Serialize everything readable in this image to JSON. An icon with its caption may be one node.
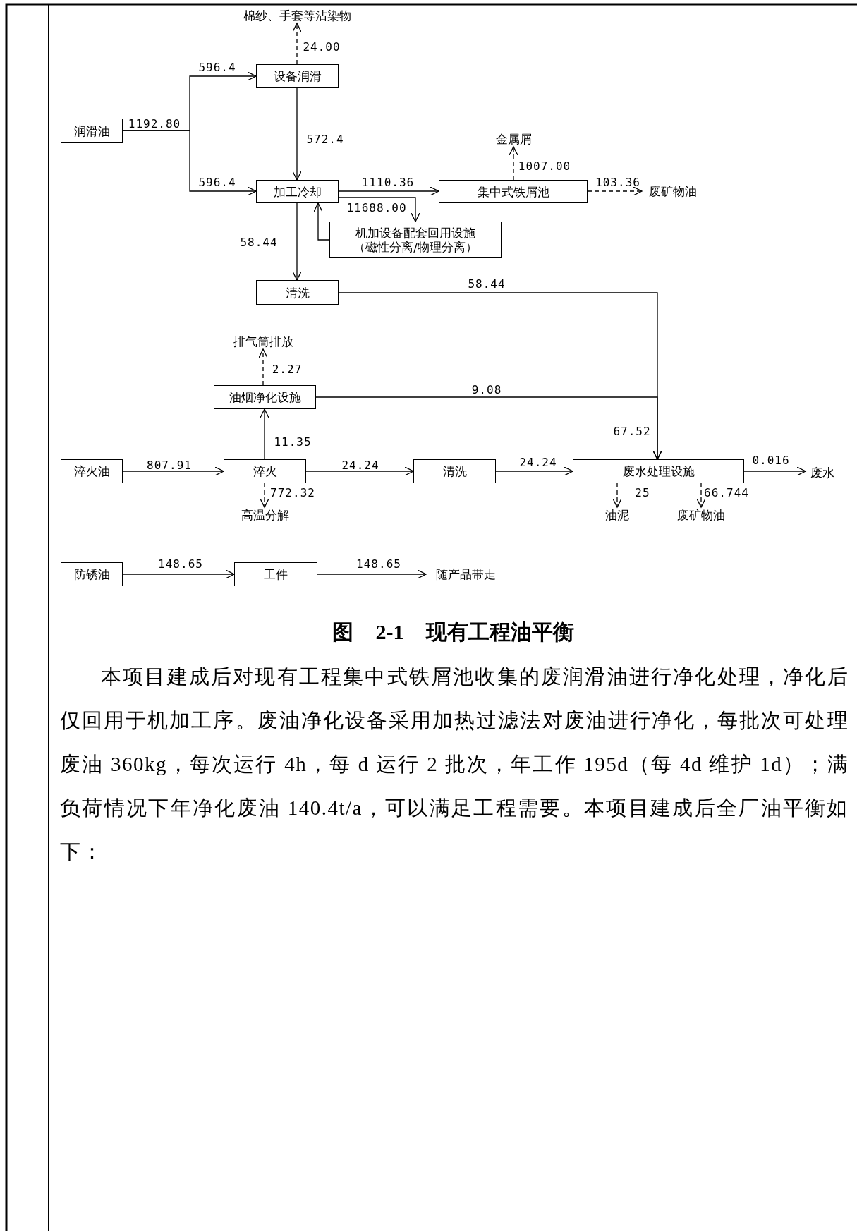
{
  "diagram": {
    "caption": "图 2-1 现有工程油平衡",
    "nodes": [
      {
        "text": [
          "润滑油"
        ]
      },
      {
        "text": [
          "设备润滑"
        ]
      },
      {
        "text": [
          "棉纱、手套等沾染物"
        ]
      },
      {
        "text": [
          "加工冷却"
        ]
      },
      {
        "text": [
          "金属屑"
        ]
      },
      {
        "text": [
          "集中式铁屑池"
        ]
      },
      {
        "text": [
          "废矿物油"
        ]
      },
      {
        "text": [
          "机加设备配套回用设施",
          "（磁性分离/物理分离）"
        ]
      },
      {
        "text": [
          "清洗"
        ]
      },
      {
        "text": [
          "排气筒排放"
        ]
      },
      {
        "text": [
          "油烟净化设施"
        ]
      },
      {
        "text": [
          "淬火油"
        ]
      },
      {
        "text": [
          "淬火"
        ]
      },
      {
        "text": [
          "高温分解"
        ]
      },
      {
        "text": [
          "清洗"
        ]
      },
      {
        "text": [
          "废水处理设施"
        ]
      },
      {
        "text": [
          "废水"
        ]
      },
      {
        "text": [
          "油泥"
        ]
      },
      {
        "text": [
          "废矿物油"
        ]
      },
      {
        "text": [
          "防锈油"
        ]
      },
      {
        "text": [
          "工件"
        ]
      },
      {
        "text": [
          "随产品带走"
        ]
      }
    ],
    "edges": [
      {
        "from": 0,
        "to": 1,
        "arrow": "to",
        "label": "596.4"
      },
      {
        "from": 0,
        "to": 3,
        "arrow": "to",
        "label": "596.4"
      },
      {
        "from": 1,
        "to": 2,
        "arrow": "to",
        "label": "24.00",
        "style": "dashed"
      },
      {
        "from": 1,
        "to": 3,
        "arrow": "to",
        "label": "572.4"
      },
      {
        "from": 3,
        "to": 5,
        "arrow": "to",
        "label": "1110.36"
      },
      {
        "from": 3,
        "to": 7,
        "arrow": "to",
        "label": "11688.00"
      },
      {
        "from": 7,
        "to": 3,
        "arrow": "to"
      },
      {
        "from": 5,
        "to": 4,
        "arrow": "to",
        "label": "1007.00",
        "style": "dashed"
      },
      {
        "from": 5,
        "to": 6,
        "arrow": "to",
        "label": "103.36",
        "style": "dashed"
      },
      {
        "from": 3,
        "to": 8,
        "arrow": "to",
        "label": "58.44"
      },
      {
        "from": 8,
        "to": 15,
        "arrow": "to",
        "label": "58.44"
      },
      {
        "from": 10,
        "to": 9,
        "arrow": "to",
        "label": "2.27",
        "style": "dashed"
      },
      {
        "from": 10,
        "to": 15,
        "arrow": "to",
        "label": "9.08"
      },
      {
        "from": 11,
        "to": 12,
        "arrow": "to",
        "label": "807.91"
      },
      {
        "from": 12,
        "to": 10,
        "arrow": "to",
        "label": "11.35"
      },
      {
        "from": 12,
        "to": 13,
        "arrow": "to",
        "label": "772.32",
        "style": "dashed"
      },
      {
        "from": 12,
        "to": 14,
        "arrow": "to",
        "label": "24.24"
      },
      {
        "from": 14,
        "to": 15,
        "arrow": "to",
        "label": "24.24"
      },
      {
        "from": 15,
        "to": 16,
        "arrow": "to",
        "label": "0.016"
      },
      {
        "from": 15,
        "to": 17,
        "arrow": "to",
        "label": "25",
        "style": "dashed"
      },
      {
        "from": 15,
        "to": 18,
        "arrow": "to",
        "label": "66.744",
        "style": "dashed"
      },
      {
        "from": 19,
        "to": 20,
        "arrow": "to",
        "label": "148.65"
      },
      {
        "from": 20,
        "to": 21,
        "arrow": "to",
        "label": "148.65"
      }
    ],
    "labels": [
      "1192.80",
      "67.52",
      "本项目建成后对现有工程集中式铁屑池收集的废润滑油进行净化处理，净化后仅回用于机加工序。废油净化设备采用加热过滤法对废油进行净化，每批次可处理废油 360kg，每次运行 4h，每 d 运行 2 批次，年工作 195d（每 4d 维护 1d）；满负荷情况下年净化废油 140.4t/a，可以满足工程需要。本项目建成后全厂油平衡如下："
    ]
  }
}
